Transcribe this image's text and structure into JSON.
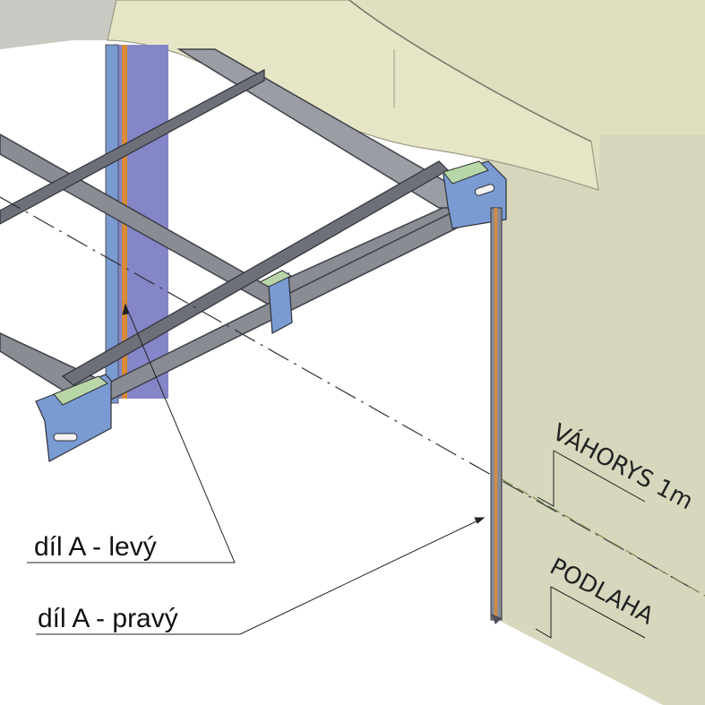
{
  "callouts": {
    "left_part": "díl A - levý",
    "right_part": "díl A - pravý"
  },
  "levels": {
    "reference_1m": "VÁHORYS 1m",
    "floor": "PODLAHA"
  },
  "colors": {
    "wall": "#d6d7bd",
    "ceiling": "#e0dfbf",
    "ceiling_edge": "#cfcda6",
    "steel": "#8a8c94",
    "steel_dark": "#4f5158",
    "bracket": "#7a9ad2",
    "pillar": "#8586c8",
    "rail_orange": "#d98b3a",
    "pad_green": "#b9d6a8"
  }
}
